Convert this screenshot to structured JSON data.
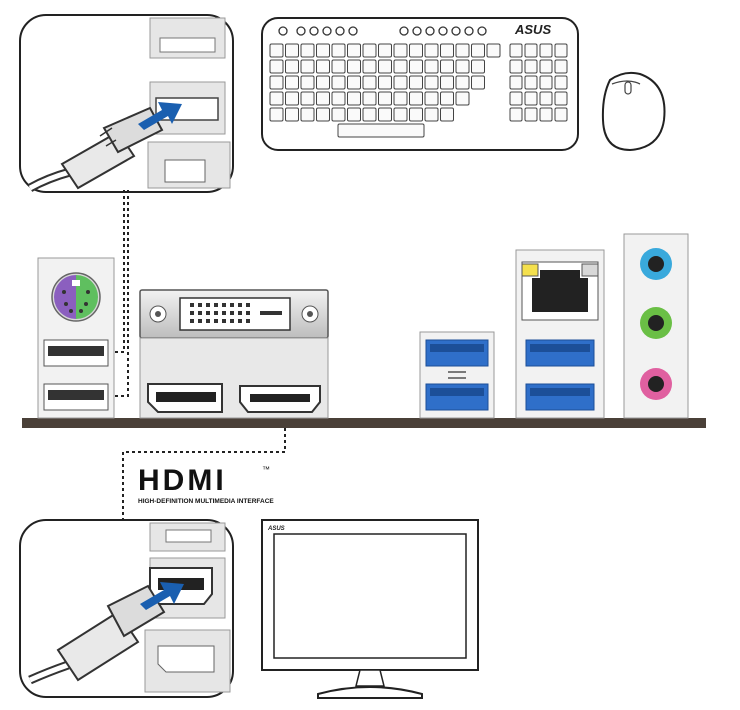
{
  "hdmi_logo": {
    "wordmark": "HDMI",
    "trademark": "™",
    "tagline": "HIGH-DEFINITION MULTIMEDIA INTERFACE"
  },
  "keyboard": {
    "brand": "ASUS"
  },
  "monitor": {
    "brand": "ASUS"
  },
  "colors": {
    "usb3_port": "#2f6fc9",
    "arrow": "#1a5fb0",
    "ps2_keyboard": "#8b5fbf",
    "ps2_mouse": "#5fbf5f",
    "audio_line_in": "#39a9dc",
    "audio_line_out": "#6abf45",
    "audio_mic": "#e060a0",
    "lan_led_left": "#f4e04d",
    "panel_bar": "#4a4038"
  }
}
